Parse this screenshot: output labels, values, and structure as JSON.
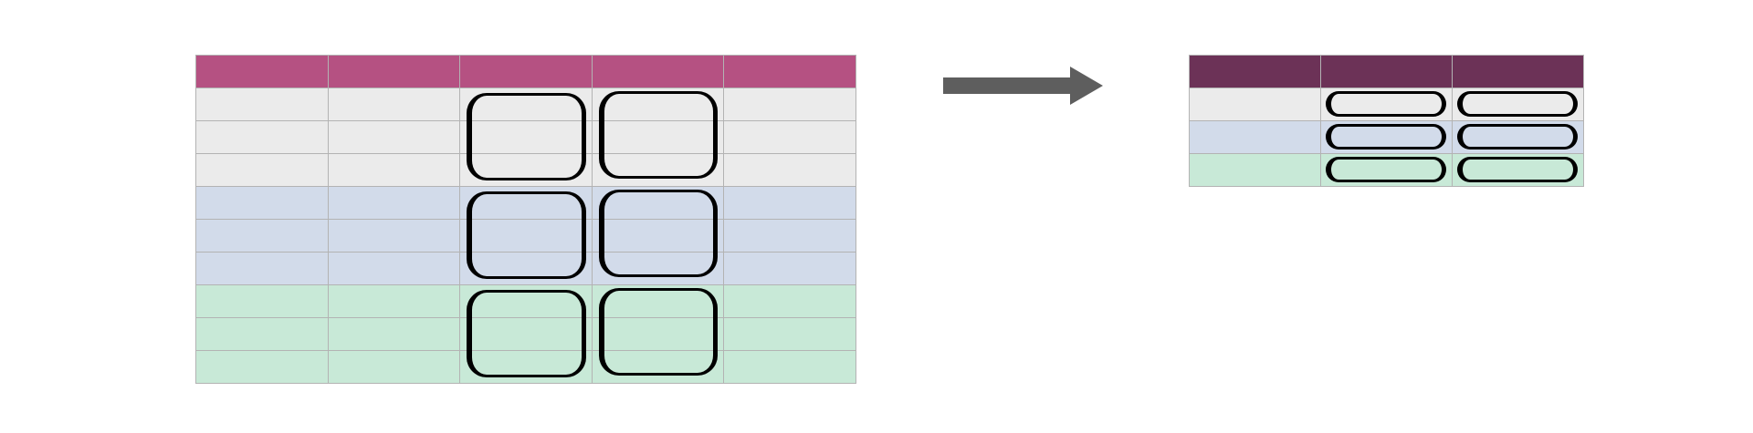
{
  "colors": {
    "source_header": "#b55182",
    "target_header": "#6c3257",
    "group_grey": "#ebebeb",
    "group_blue": "#d2dbea",
    "group_green": "#c8e9d7",
    "arrow": "#5e5e5e",
    "grid": "#b3b3b3"
  },
  "source_table": {
    "columns": 5,
    "groups": [
      "group_grey",
      "group_blue",
      "group_green"
    ],
    "rows_per_group": 3,
    "looped_columns": [
      2,
      3
    ]
  },
  "target_table": {
    "columns": 3,
    "groups": [
      "group_grey",
      "group_blue",
      "group_green"
    ],
    "rows_per_group": 1,
    "looped_columns": [
      1,
      2
    ]
  },
  "arrow_icon": "right-arrow"
}
